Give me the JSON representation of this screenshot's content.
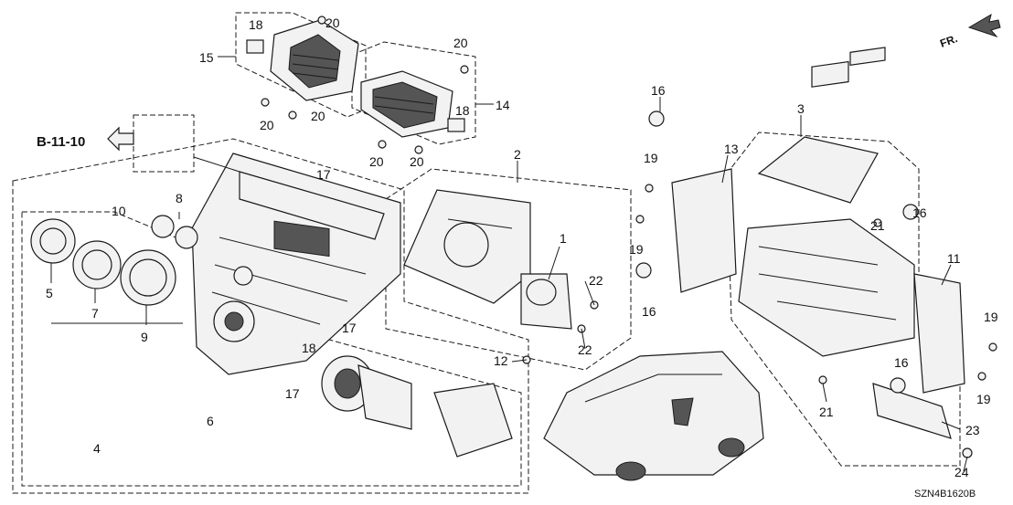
{
  "diagram": {
    "reference": "B-11-10",
    "direction_label": "FR.",
    "drawing_code": "SZN4B1620B",
    "callouts": {
      "c1": "1",
      "c2": "2",
      "c3": "3",
      "c4": "4",
      "c5": "5",
      "c6": "6",
      "c7": "7",
      "c8": "8",
      "c9": "9",
      "c10": "10",
      "c11": "11",
      "c12": "12",
      "c13": "13",
      "c14": "14",
      "c15": "15",
      "c16a": "16",
      "c16b": "16",
      "c16c": "16",
      "c16d": "16",
      "c17a": "17",
      "c17b": "17",
      "c17c": "17",
      "c18a": "18",
      "c18b": "18",
      "c18c": "18",
      "c19a": "19",
      "c19b": "19",
      "c19c": "19",
      "c19d": "19",
      "c20a": "20",
      "c20b": "20",
      "c20c": "20",
      "c20d": "20",
      "c20e": "20",
      "c20f": "20",
      "c21a": "21",
      "c21b": "21",
      "c22a": "22",
      "c22b": "22",
      "c23": "23",
      "c24": "24"
    }
  }
}
